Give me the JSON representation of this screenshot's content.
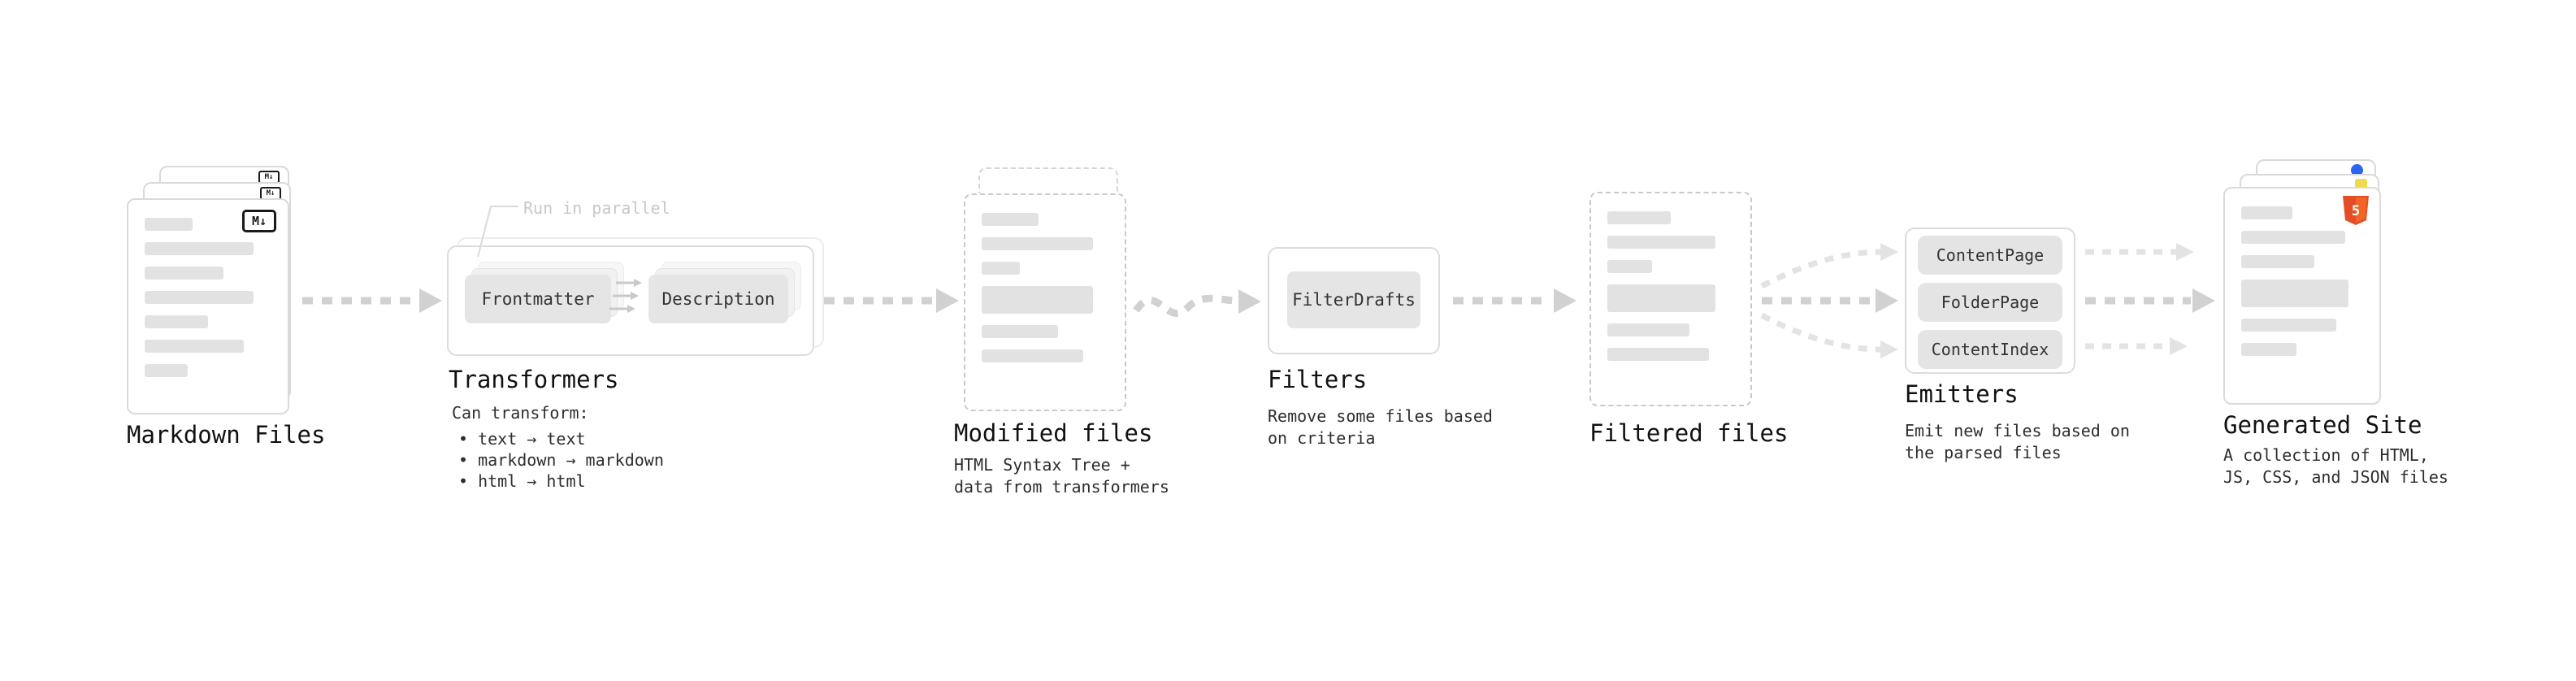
{
  "colors": {
    "arrow": "#d1d1d1",
    "arrow_light": "#e3e3e3",
    "card_border": "#dadada",
    "text_bar": "#e2e2e2",
    "html5_orange": "#e44d26",
    "css_blue": "#2965f1",
    "js_yellow": "#f0db4f"
  },
  "stages": {
    "markdown_files": {
      "label": "Markdown Files",
      "badge": "M↓"
    },
    "transformers": {
      "label": "Transformers",
      "annotation": "Run in parallel",
      "box1": "Frontmatter",
      "box2": "Description",
      "desc_title": "Can transform:",
      "bullet1": "• text → text",
      "bullet2": "• markdown → markdown",
      "bullet3": "• html → html"
    },
    "modified_files": {
      "label": "Modified files",
      "desc1": "HTML Syntax Tree +",
      "desc2": "data from transformers"
    },
    "filters": {
      "label": "Filters",
      "box": "FilterDrafts",
      "desc1": "Remove some files based",
      "desc2": "on criteria"
    },
    "filtered_files": {
      "label": "Filtered files"
    },
    "emitters": {
      "label": "Emitters",
      "pill1": "ContentPage",
      "pill2": "FolderPage",
      "pill3": "ContentIndex",
      "desc1": "Emit new files based on",
      "desc2": "the parsed files"
    },
    "generated_site": {
      "label": "Generated Site",
      "badge": "5",
      "desc1": "A collection of HTML,",
      "desc2": "JS, CSS, and JSON files"
    }
  }
}
